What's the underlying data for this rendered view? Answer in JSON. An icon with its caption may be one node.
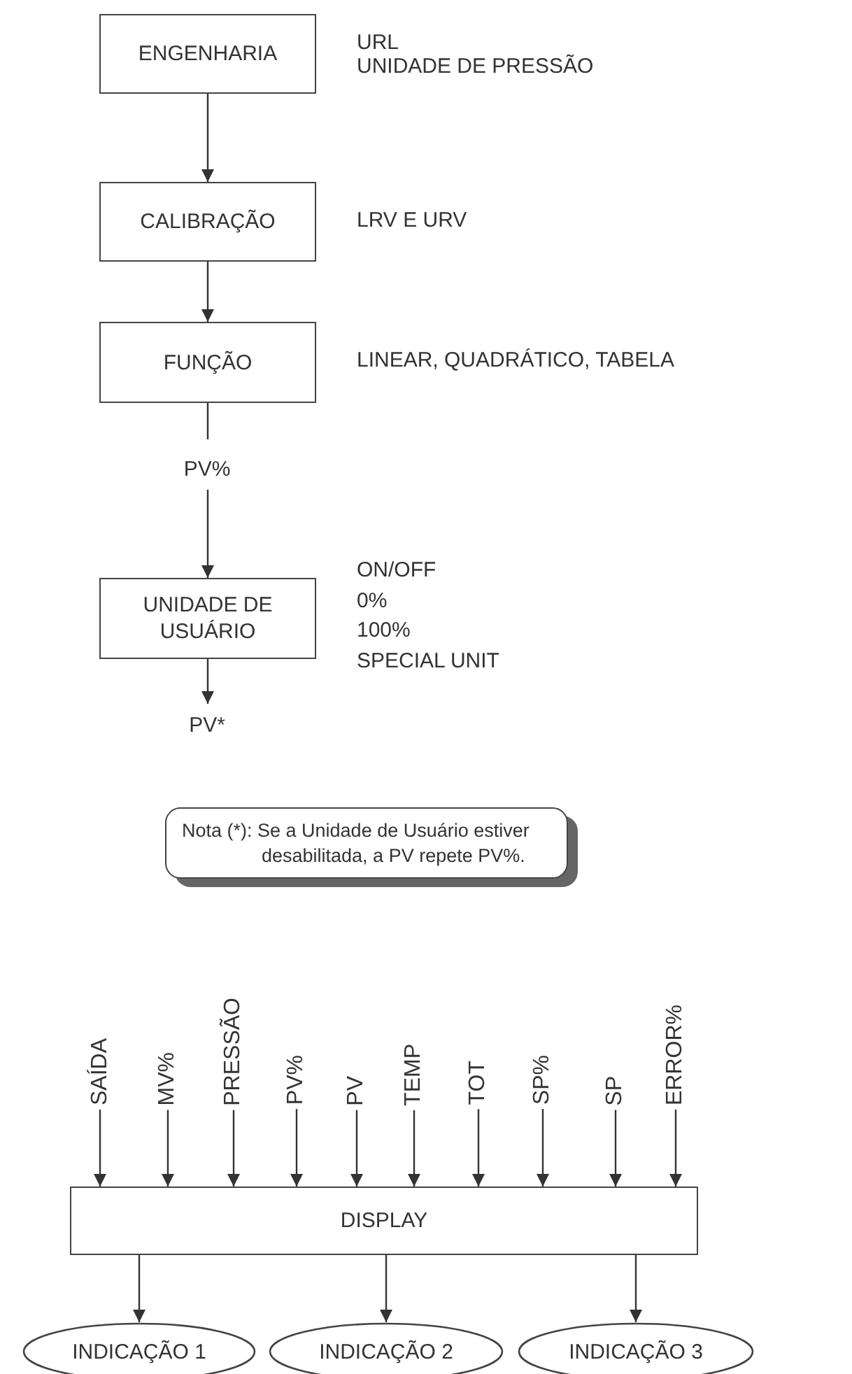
{
  "diagram": {
    "nodes": [
      {
        "text": [
          "ENGENHARIA"
        ],
        "beside": [
          "URL",
          "UNIDADE DE PRESSÃO"
        ]
      },
      {
        "text": [
          "CALIBRAÇÃO"
        ],
        "beside": [
          "LRV E URV"
        ]
      },
      {
        "text": [
          "FUNÇÃO"
        ],
        "beside": [
          "LINEAR, QUADRÁTICO, TABELA"
        ]
      },
      {
        "text": [
          "PV%"
        ]
      },
      {
        "text": [
          "UNIDADE DE USUÁRIO"
        ],
        "beside": [
          "ON/OFF",
          "0%",
          "100%",
          "SPECIAL UNIT"
        ]
      },
      {
        "text": [
          "PV*"
        ]
      },
      {
        "text": [
          "Nota (*): Se a Unidade de Usuário estiver desabilitada, a PV repete PV%."
        ]
      },
      {
        "text": [
          "SAÍDA"
        ]
      },
      {
        "text": [
          "MV%"
        ]
      },
      {
        "text": [
          "PRESSÃO"
        ]
      },
      {
        "text": [
          "PV%"
        ]
      },
      {
        "text": [
          "PV"
        ]
      },
      {
        "text": [
          "TEMP"
        ]
      },
      {
        "text": [
          "TOT"
        ]
      },
      {
        "text": [
          "SP%"
        ]
      },
      {
        "text": [
          "SP"
        ]
      },
      {
        "text": [
          "ERROR%"
        ]
      },
      {
        "text": [
          "DISPLAY"
        ]
      },
      {
        "text": [
          "INDICAÇÃO 1"
        ]
      },
      {
        "text": [
          "INDICAÇÃO 2"
        ]
      },
      {
        "text": [
          "INDICAÇÃO 3"
        ]
      }
    ],
    "edges": [
      {
        "from": 0,
        "to": 1,
        "arrow": "to"
      },
      {
        "from": 1,
        "to": 2,
        "arrow": "to"
      },
      {
        "from": 2,
        "to": 3,
        "arrow": "none"
      },
      {
        "from": 3,
        "to": 4,
        "arrow": "to"
      },
      {
        "from": 4,
        "to": 5,
        "arrow": "to"
      },
      {
        "from": 7,
        "to": 17,
        "arrow": "to"
      },
      {
        "from": 8,
        "to": 17,
        "arrow": "to"
      },
      {
        "from": 9,
        "to": 17,
        "arrow": "to"
      },
      {
        "from": 10,
        "to": 17,
        "arrow": "to"
      },
      {
        "from": 11,
        "to": 17,
        "arrow": "to"
      },
      {
        "from": 12,
        "to": 17,
        "arrow": "to"
      },
      {
        "from": 13,
        "to": 17,
        "arrow": "to"
      },
      {
        "from": 14,
        "to": 17,
        "arrow": "to"
      },
      {
        "from": 15,
        "to": 17,
        "arrow": "to"
      },
      {
        "from": 16,
        "to": 17,
        "arrow": "to"
      },
      {
        "from": 17,
        "to": 18,
        "arrow": "to"
      },
      {
        "from": 17,
        "to": 19,
        "arrow": "to"
      },
      {
        "from": 17,
        "to": 20,
        "arrow": "to"
      }
    ]
  }
}
